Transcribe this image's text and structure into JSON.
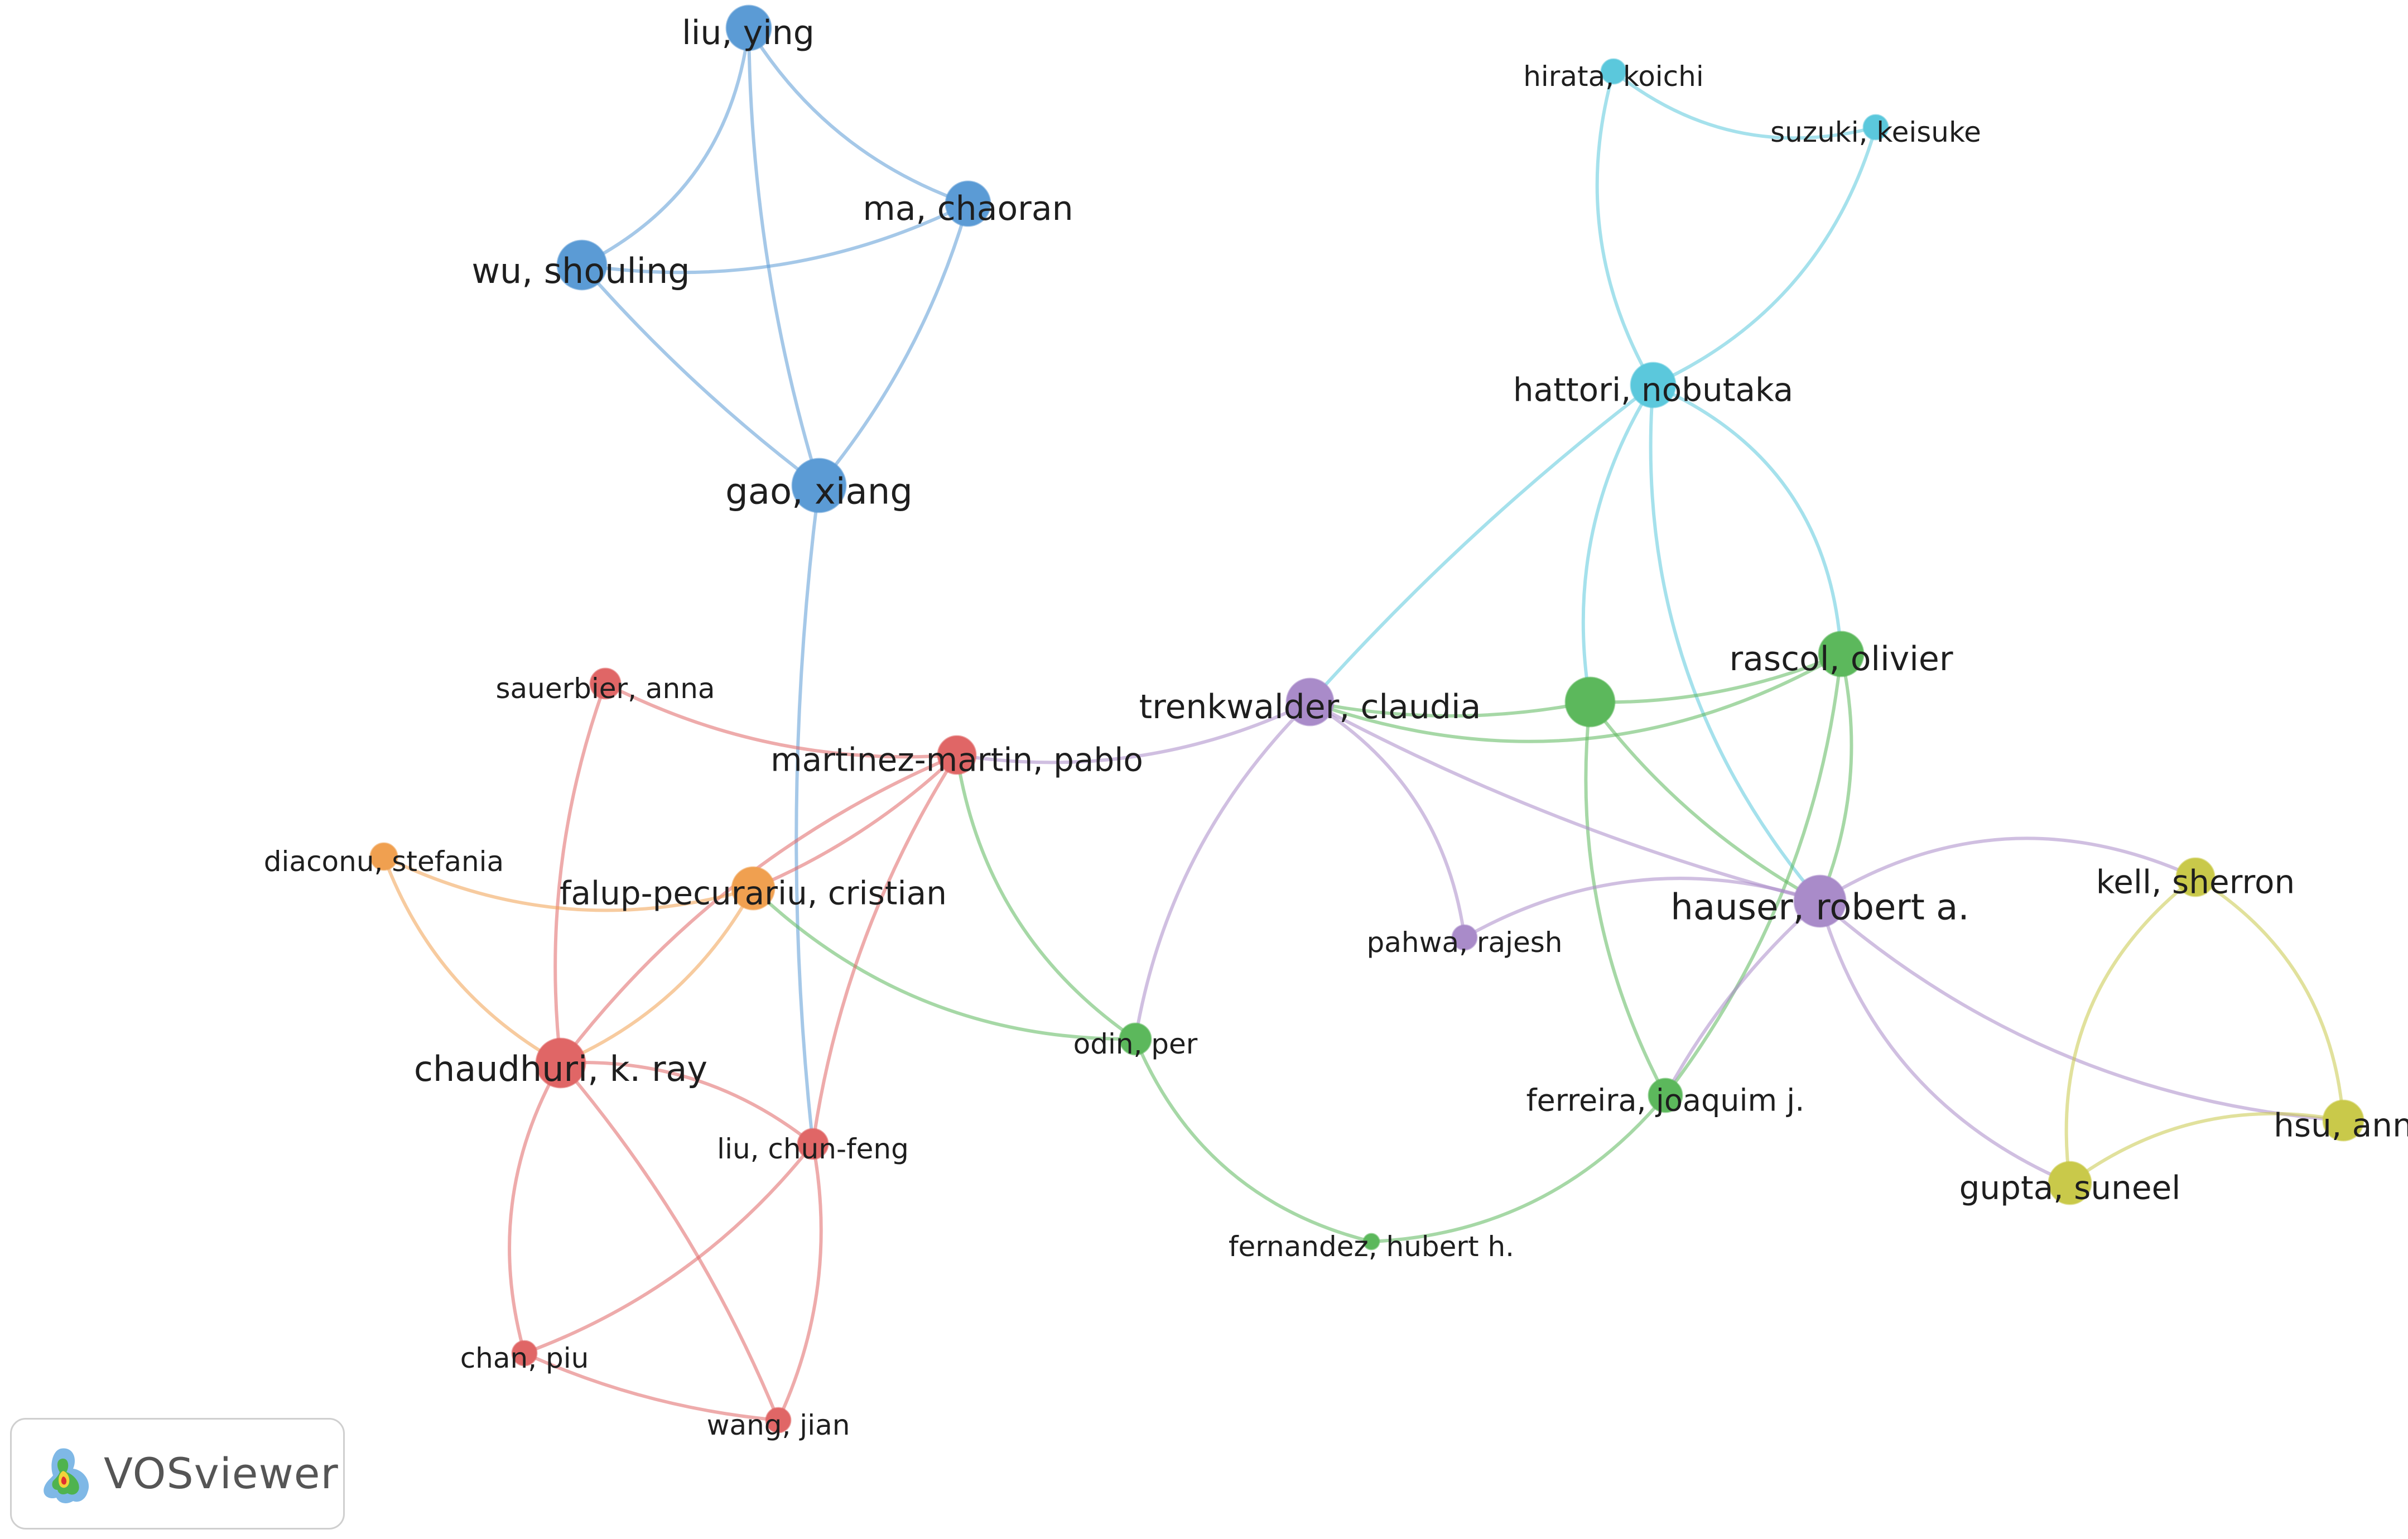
{
  "palette": {
    "blue": "#6fa8dc",
    "blue_node": "#5b9bd5",
    "cyan": "#5bc8dc",
    "green": "#5cb85c",
    "red": "#e06666",
    "orange": "#f0a050",
    "purple": "#a98bc9",
    "yellow": "#c9c94a"
  },
  "nodes": [
    {
      "id": "liu-ying",
      "label": "liu, ying",
      "cluster": "blue"
    },
    {
      "id": "ma-chaoran",
      "label": "ma, chaoran",
      "cluster": "blue"
    },
    {
      "id": "wu-shouling",
      "label": "wu, shouling",
      "cluster": "blue"
    },
    {
      "id": "gao-xiang",
      "label": "gao, xiang",
      "cluster": "blue"
    },
    {
      "id": "hirata-koichi",
      "label": "hirata, koichi",
      "cluster": "cyan"
    },
    {
      "id": "suzuki-keisuke",
      "label": "suzuki, keisuke",
      "cluster": "cyan"
    },
    {
      "id": "hattori-nobutaka",
      "label": "hattori, nobutaka",
      "cluster": "cyan"
    },
    {
      "id": "rascol-olivier",
      "label": "rascol, olivier",
      "cluster": "green"
    },
    {
      "id": "green-unlabeled",
      "label": "",
      "cluster": "green"
    },
    {
      "id": "trenkwalder-claudia",
      "label": "trenkwalder, claudia",
      "cluster": "purple"
    },
    {
      "id": "hauser-robert",
      "label": "hauser, robert a.",
      "cluster": "purple"
    },
    {
      "id": "pahwa-rajesh",
      "label": "pahwa, rajesh",
      "cluster": "purple"
    },
    {
      "id": "sauerbier-anna",
      "label": "sauerbier, anna",
      "cluster": "red"
    },
    {
      "id": "martinez-martin-pablo",
      "label": "martinez-martin, pablo",
      "cluster": "red"
    },
    {
      "id": "diaconu-stefania",
      "label": "diaconu, stefania",
      "cluster": "orange"
    },
    {
      "id": "falup-pecurariu-cristian",
      "label": "falup-pecurariu, cristian",
      "cluster": "orange"
    },
    {
      "id": "chaudhuri-k-ray",
      "label": "chaudhuri, k. ray",
      "cluster": "red"
    },
    {
      "id": "odin-per",
      "label": "odin, per",
      "cluster": "green"
    },
    {
      "id": "liu-chun-feng",
      "label": "liu, chun-feng",
      "cluster": "red"
    },
    {
      "id": "chan-piu",
      "label": "chan, piu",
      "cluster": "red"
    },
    {
      "id": "wang-jian",
      "label": "wang, jian",
      "cluster": "red"
    },
    {
      "id": "fernandez-hubert",
      "label": "fernandez, hubert h.",
      "cluster": "green"
    },
    {
      "id": "ferreira-joaquim",
      "label": "ferreira, joaquim j.",
      "cluster": "green"
    },
    {
      "id": "kell-sherron",
      "label": "kell, sherron",
      "cluster": "yellow"
    },
    {
      "id": "hsu-ann",
      "label": "hsu, ann",
      "cluster": "yellow"
    },
    {
      "id": "gupta-suneel",
      "label": "gupta, suneel",
      "cluster": "yellow"
    }
  ],
  "links": [
    {
      "source": "liu-ying",
      "target": "wu-shouling"
    },
    {
      "source": "liu-ying",
      "target": "ma-chaoran"
    },
    {
      "source": "liu-ying",
      "target": "gao-xiang"
    },
    {
      "source": "wu-shouling",
      "target": "ma-chaoran"
    },
    {
      "source": "wu-shouling",
      "target": "gao-xiang"
    },
    {
      "source": "ma-chaoran",
      "target": "gao-xiang"
    },
    {
      "source": "gao-xiang",
      "target": "liu-chun-feng"
    },
    {
      "source": "hirata-koichi",
      "target": "suzuki-keisuke"
    },
    {
      "source": "hirata-koichi",
      "target": "hattori-nobutaka"
    },
    {
      "source": "suzuki-keisuke",
      "target": "hattori-nobutaka"
    },
    {
      "source": "hattori-nobutaka",
      "target": "green-unlabeled"
    },
    {
      "source": "hattori-nobutaka",
      "target": "rascol-olivier"
    },
    {
      "source": "hattori-nobutaka",
      "target": "trenkwalder-claudia"
    },
    {
      "source": "hattori-nobutaka",
      "target": "hauser-robert"
    },
    {
      "source": "green-unlabeled",
      "target": "rascol-olivier"
    },
    {
      "source": "green-unlabeled",
      "target": "trenkwalder-claudia"
    },
    {
      "source": "green-unlabeled",
      "target": "hauser-robert"
    },
    {
      "source": "green-unlabeled",
      "target": "ferreira-joaquim"
    },
    {
      "source": "rascol-olivier",
      "target": "trenkwalder-claudia"
    },
    {
      "source": "rascol-olivier",
      "target": "hauser-robert"
    },
    {
      "source": "rascol-olivier",
      "target": "ferreira-joaquim"
    },
    {
      "source": "hauser-robert",
      "target": "ferreira-joaquim"
    },
    {
      "source": "trenkwalder-claudia",
      "target": "hauser-robert"
    },
    {
      "source": "trenkwalder-claudia",
      "target": "pahwa-rajesh"
    },
    {
      "source": "hauser-robert",
      "target": "pahwa-rajesh"
    },
    {
      "source": "trenkwalder-claudia",
      "target": "martinez-martin-pablo"
    },
    {
      "source": "trenkwalder-claudia",
      "target": "odin-per"
    },
    {
      "source": "hauser-robert",
      "target": "kell-sherron"
    },
    {
      "source": "hauser-robert",
      "target": "hsu-ann"
    },
    {
      "source": "hauser-robert",
      "target": "gupta-suneel"
    },
    {
      "source": "kell-sherron",
      "target": "hsu-ann"
    },
    {
      "source": "kell-sherron",
      "target": "gupta-suneel"
    },
    {
      "source": "gupta-suneel",
      "target": "hsu-ann"
    },
    {
      "source": "odin-per",
      "target": "fernandez-hubert"
    },
    {
      "source": "fernandez-hubert",
      "target": "ferreira-joaquim"
    },
    {
      "source": "odin-per",
      "target": "falup-pecurariu-cristian"
    },
    {
      "source": "odin-per",
      "target": "martinez-martin-pablo"
    },
    {
      "source": "sauerbier-anna",
      "target": "martinez-martin-pablo"
    },
    {
      "source": "sauerbier-anna",
      "target": "chaudhuri-k-ray"
    },
    {
      "source": "martinez-martin-pablo",
      "target": "falup-pecurariu-cristian"
    },
    {
      "source": "martinez-martin-pablo",
      "target": "chaudhuri-k-ray"
    },
    {
      "source": "martinez-martin-pablo",
      "target": "liu-chun-feng"
    },
    {
      "source": "diaconu-stefania",
      "target": "falup-pecurariu-cristian"
    },
    {
      "source": "diaconu-stefania",
      "target": "chaudhuri-k-ray"
    },
    {
      "source": "falup-pecurariu-cristian",
      "target": "chaudhuri-k-ray"
    },
    {
      "source": "chaudhuri-k-ray",
      "target": "liu-chun-feng"
    },
    {
      "source": "chaudhuri-k-ray",
      "target": "chan-piu"
    },
    {
      "source": "chaudhuri-k-ray",
      "target": "wang-jian"
    },
    {
      "source": "liu-chun-feng",
      "target": "chan-piu"
    },
    {
      "source": "liu-chun-feng",
      "target": "wang-jian"
    },
    {
      "source": "chan-piu",
      "target": "wang-jian"
    }
  ],
  "logo": {
    "text": "VOSviewer"
  }
}
